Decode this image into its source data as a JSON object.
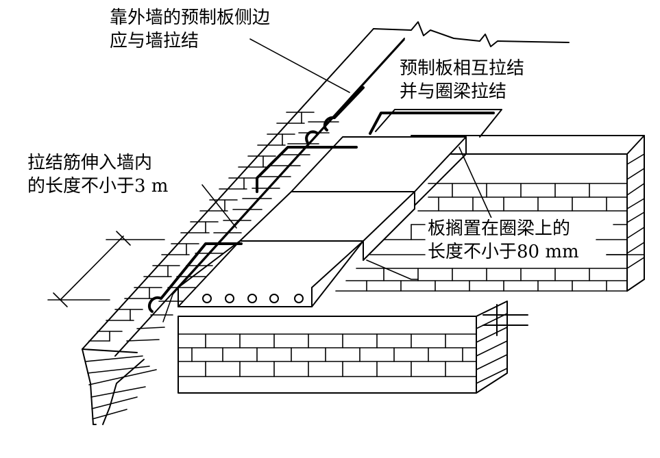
{
  "labels": {
    "outer_wall_tie": [
      "靠外墙的预制板侧边",
      "应与墙拉结"
    ],
    "panel_tie": [
      "预制板相互拉结",
      "并与圈梁拉结"
    ],
    "rebar_length": [
      "拉结筋伸入墙内",
      "的长度不小于3 m"
    ],
    "bearing_length": [
      "板搁置在圈梁上的",
      "长度不小于80 mm"
    ]
  },
  "colors": {
    "line": "#000000",
    "background": "#ffffff"
  }
}
